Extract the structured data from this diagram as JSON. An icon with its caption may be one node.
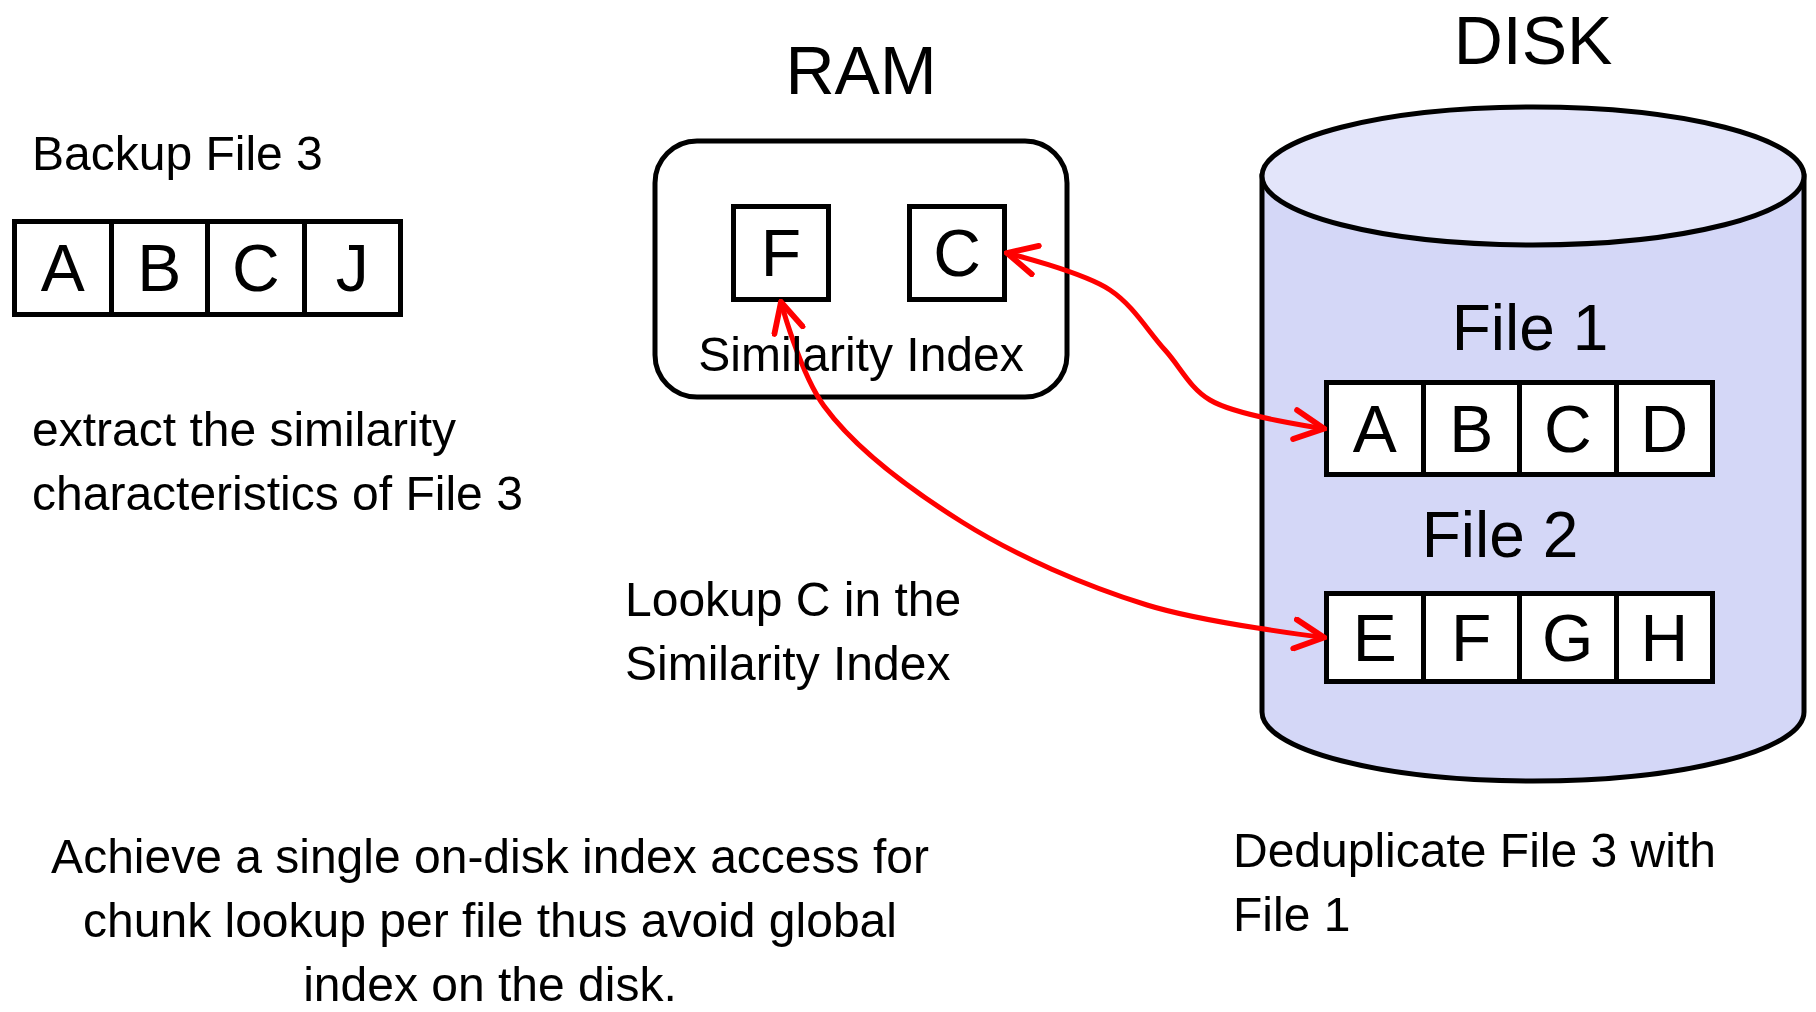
{
  "diagram": {
    "nodes": [
      {
        "text": [
          "RAM",
          "Similarity Index"
        ]
      },
      {
        "text": [
          "F"
        ],
        "in": 0
      },
      {
        "text": [
          "C"
        ],
        "in": 0
      },
      {
        "text": [
          "A"
        ]
      },
      {
        "text": [
          "B"
        ]
      },
      {
        "text": [
          "C"
        ]
      },
      {
        "text": [
          "J"
        ]
      },
      {
        "text": [
          "DISK"
        ]
      },
      {
        "text": [
          "A"
        ],
        "in": 7
      },
      {
        "text": [
          "B"
        ],
        "in": 7
      },
      {
        "text": [
          "C"
        ],
        "in": 7
      },
      {
        "text": [
          "D"
        ],
        "in": 7
      },
      {
        "text": [
          "E"
        ],
        "in": 7
      },
      {
        "text": [
          "F"
        ],
        "in": 7
      },
      {
        "text": [
          "G"
        ],
        "in": 7
      },
      {
        "text": [
          "H"
        ],
        "in": 7
      }
    ],
    "edges": [
      {
        "from": 2,
        "to": 8,
        "arrow": "both"
      },
      {
        "from": 1,
        "to": 12,
        "arrow": "both"
      }
    ],
    "labels": [
      "Backup File 3",
      "extract the similarity characteristics of File 3",
      "Lookup C in the Similarity Index",
      "File 1",
      "File 2",
      "Achieve a single on-disk index access for chunk lookup per file thus avoid global index on the disk.",
      "Deduplicate File 3 with File 1"
    ]
  }
}
